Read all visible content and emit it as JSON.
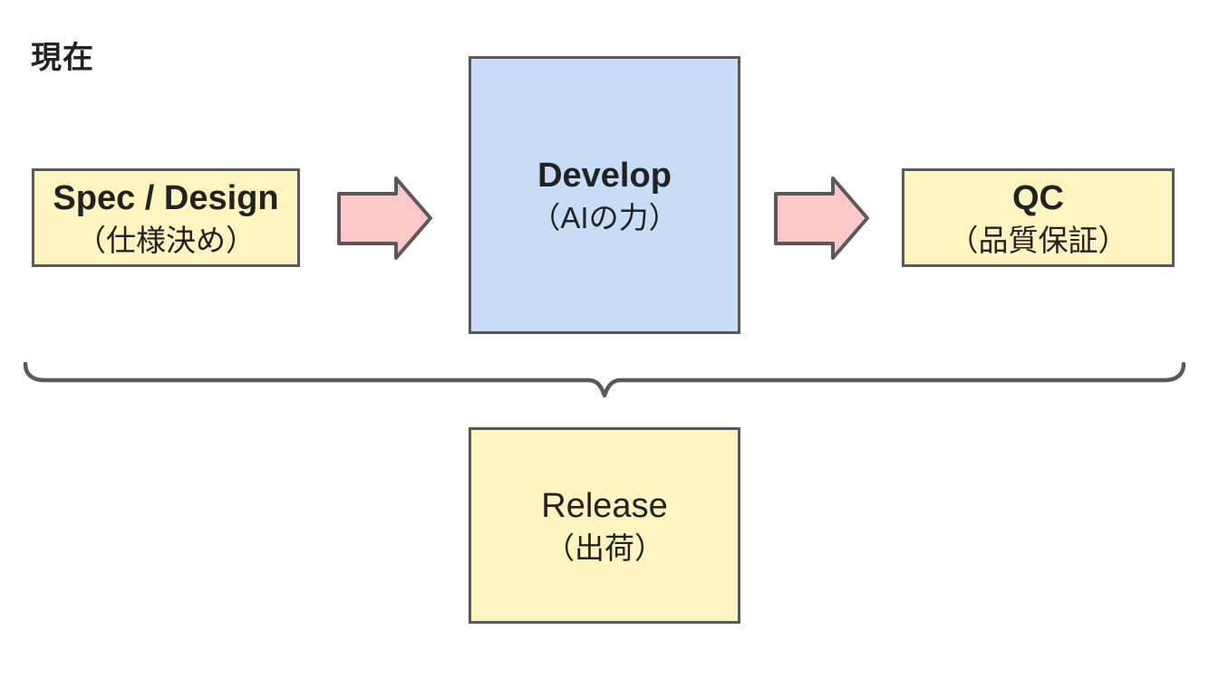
{
  "title": "現在",
  "boxes": {
    "spec": {
      "title": "Spec / Design",
      "subtitle": "（仕様決め）"
    },
    "develop": {
      "title": "Develop",
      "subtitle": "（AIの力）"
    },
    "qc": {
      "title": "QC",
      "subtitle": "（品質保証）"
    },
    "release": {
      "title": "Release",
      "subtitle": "（出荷）"
    }
  },
  "connectors": {
    "arrow_spec_to_develop": "right-block-arrow",
    "arrow_develop_to_qc": "right-block-arrow",
    "brace_flow_to_release": "horizontal-curly-brace-pointing-down"
  },
  "colors": {
    "canvas-bg": "#ffffff",
    "box-yellow": "#fdf4c0",
    "box-blue": "#c8dcf8",
    "arrow-pink": "#fbc8c7",
    "border-gray": "#595959",
    "text": "#222222"
  }
}
